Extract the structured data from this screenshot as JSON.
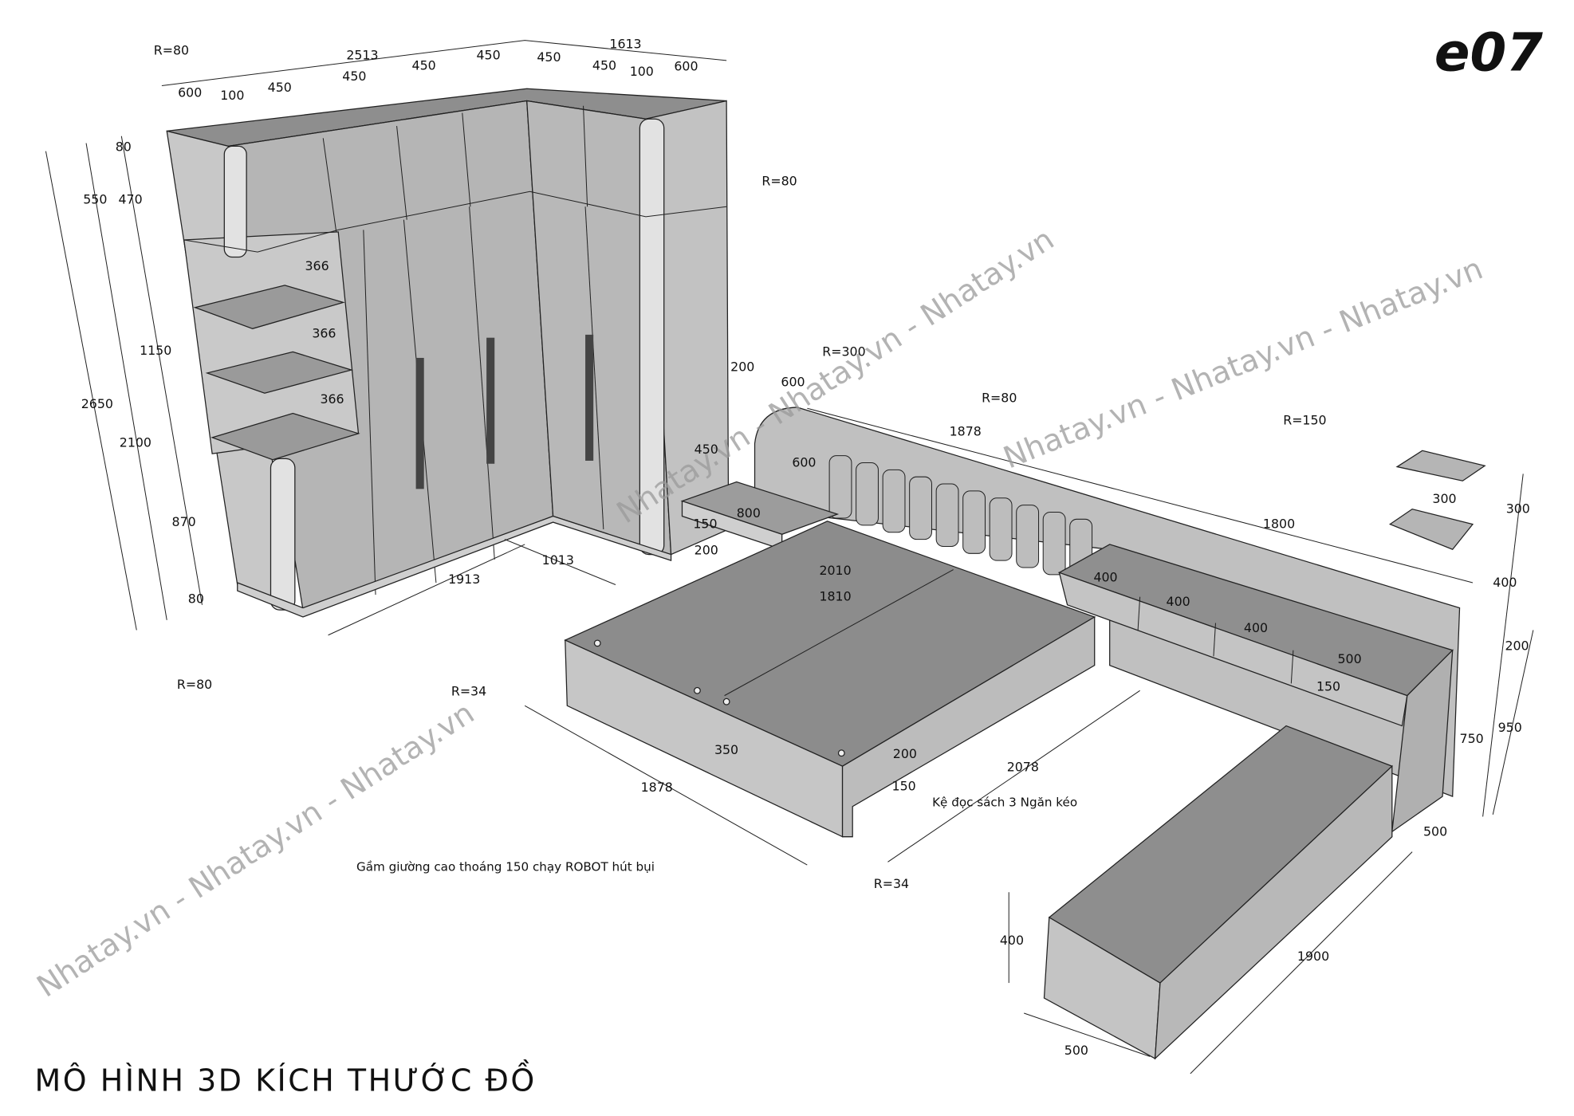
{
  "code": "e07",
  "title": "MÔ HÌNH 3D KÍCH THƯỚC ĐỒ",
  "watermark": "Nhatay.vn - Nhatay.vn - Nhatay.vn",
  "wardrobe": {
    "labels": [
      "R=80",
      "2513",
      "1613",
      "600",
      "100",
      "450",
      "450",
      "450",
      "450",
      "450",
      "450",
      "100",
      "600",
      "R=80",
      "80",
      "550",
      "470",
      "366",
      "366",
      "366",
      "1150",
      "2650",
      "2100",
      "870",
      "80",
      "1913",
      "1013",
      "R=80"
    ]
  },
  "bed": {
    "labels": [
      "200",
      "R=300",
      "600",
      "600",
      "450",
      "800",
      "150",
      "200",
      "1878",
      "2010",
      "1810",
      "R=80",
      "R=34",
      "350",
      "200",
      "150",
      "1878",
      "2078",
      "R=34",
      "Gầm giường cao thoáng 150 chạy ROBOT hút bụi"
    ]
  },
  "shelves": {
    "labels": [
      "R=150",
      "300",
      "300",
      "1800",
      "400",
      "400",
      "400",
      "500",
      "150",
      "400",
      "200",
      "950",
      "750",
      "500",
      "400",
      "1900",
      "500",
      "Kệ đọc sách 3 Ngăn kéo"
    ]
  },
  "colors": {
    "face_light": "#c4c4c4",
    "face_mid": "#b5b5b5",
    "face_dark": "#8e8e8e",
    "line": "#222222"
  }
}
